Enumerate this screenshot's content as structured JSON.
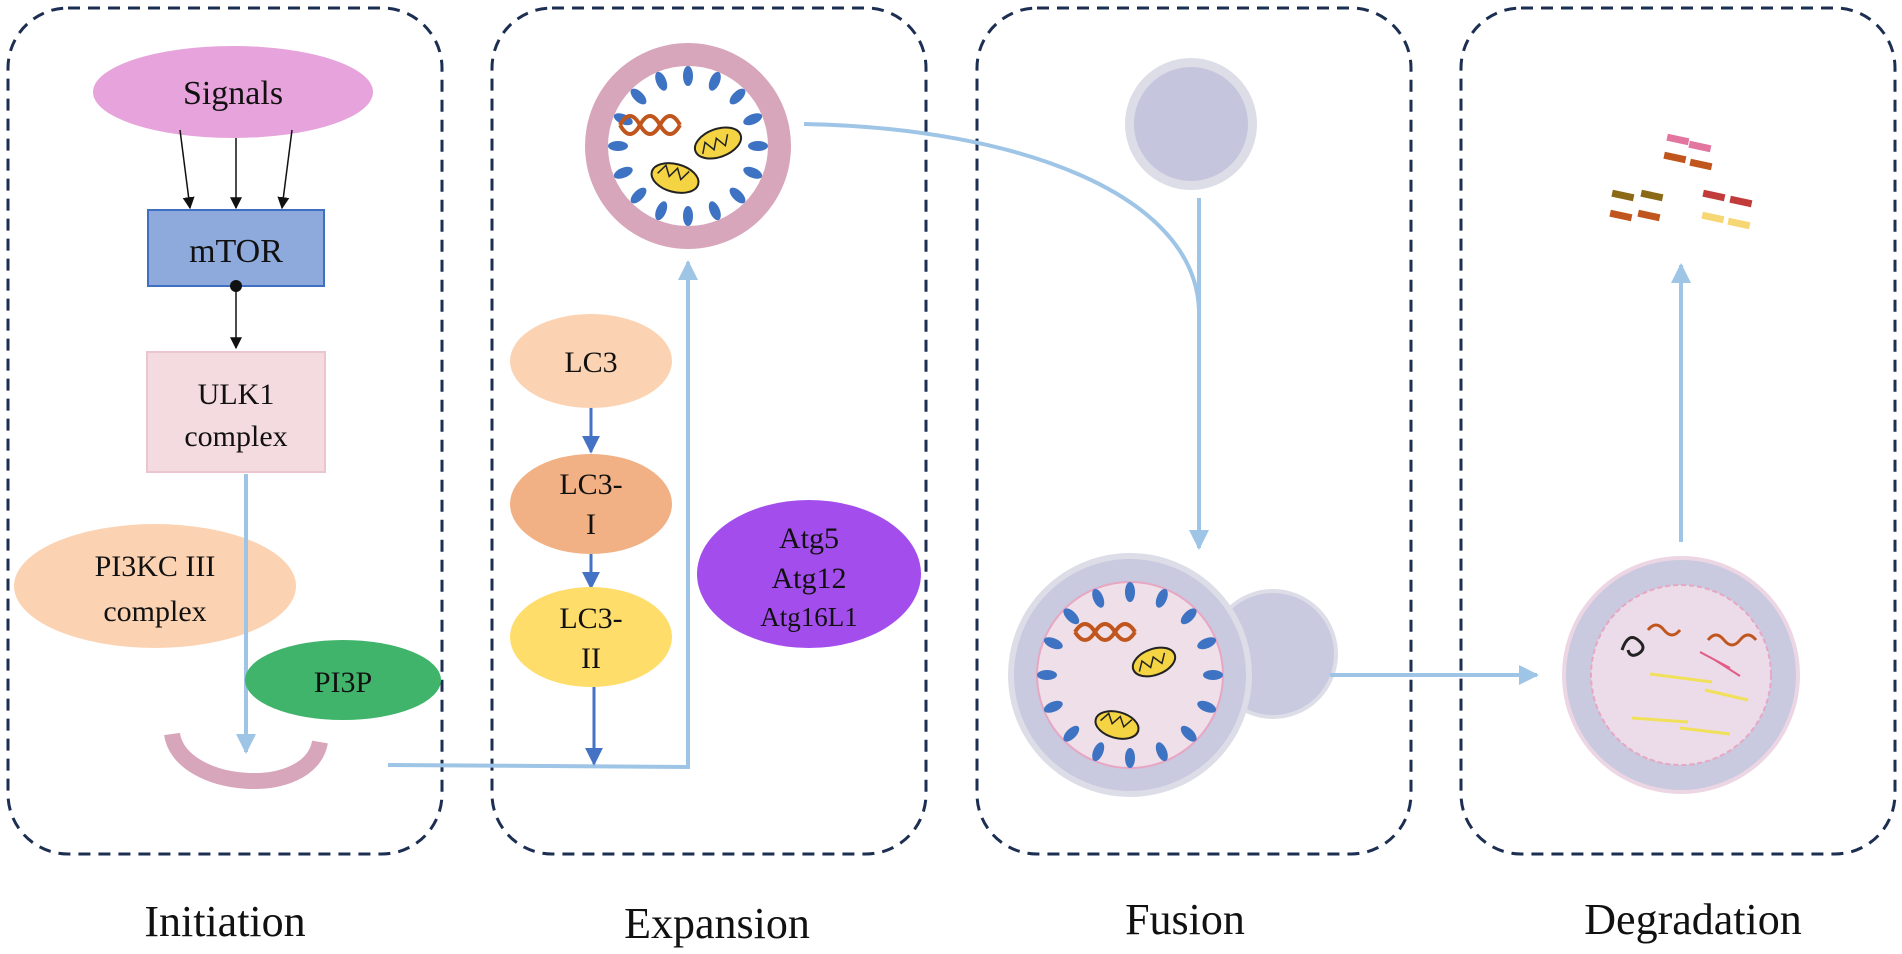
{
  "stages": {
    "initiation": "Initiation",
    "expansion": "Expansion",
    "fusion": "Fusion",
    "degradation": "Degradation"
  },
  "nodes": {
    "signals": "Signals",
    "mtor": "mTOR",
    "ulk1_line1": "ULK1",
    "ulk1_line2": "complex",
    "pi3kc_line1": "PI3KC III",
    "pi3kc_line2": "complex",
    "pi3p": "PI3P",
    "lc3": "LC3",
    "lc3i_line1": "LC3-",
    "lc3i_line2": "I",
    "lc3ii_line1": "LC3-",
    "lc3ii_line2": "II",
    "atg5": "Atg5",
    "atg12": "Atg12",
    "atg16l1": "Atg16L1"
  },
  "colors": {
    "signals": "#e6a3dc",
    "mtor": "#8eaadc",
    "ulk1": "#f4dbe0",
    "pi3kc": "#fbd3b3",
    "pi3p": "#40b46b",
    "lc3": "#fbd3b3",
    "lc3i": "#f2b184",
    "lc3ii": "#fedd6b",
    "atg": "#a34ded",
    "flow": "#9ec4e6",
    "dash": "#1c2f52",
    "membrane": "#d8a6bb",
    "lysosome": "#c9c9df",
    "blue_marker": "#3d73c2",
    "purple_marker": "#54349a"
  }
}
